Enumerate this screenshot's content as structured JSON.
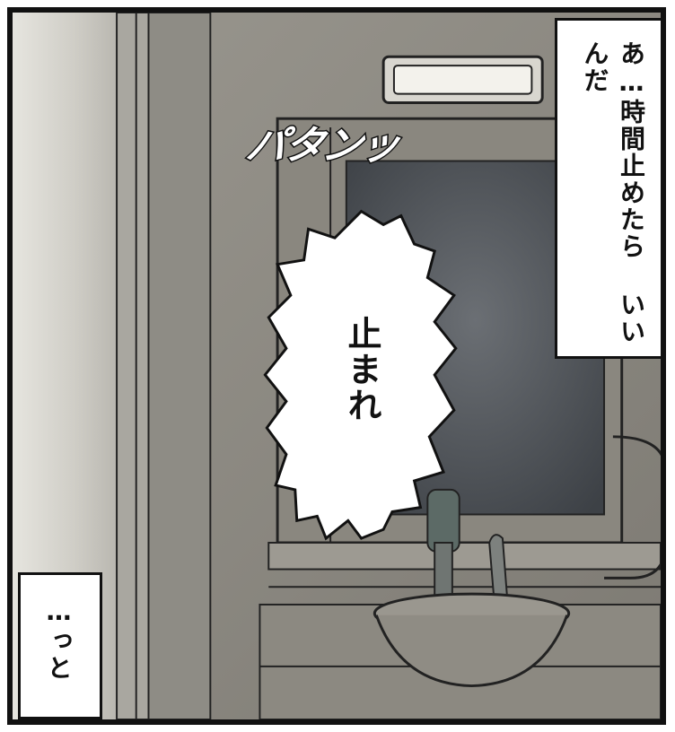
{
  "panel": {
    "narration_top_right": "あ…時間止めたら いいんだ",
    "sound_effect": "パタンッ",
    "speech_bubble": "止まれ",
    "narration_bottom_left": "…っと"
  },
  "colors": {
    "outline": "#111111",
    "wall": "#8a8880",
    "window_glass": "#4b4f55",
    "bubble": "#ffffff"
  }
}
